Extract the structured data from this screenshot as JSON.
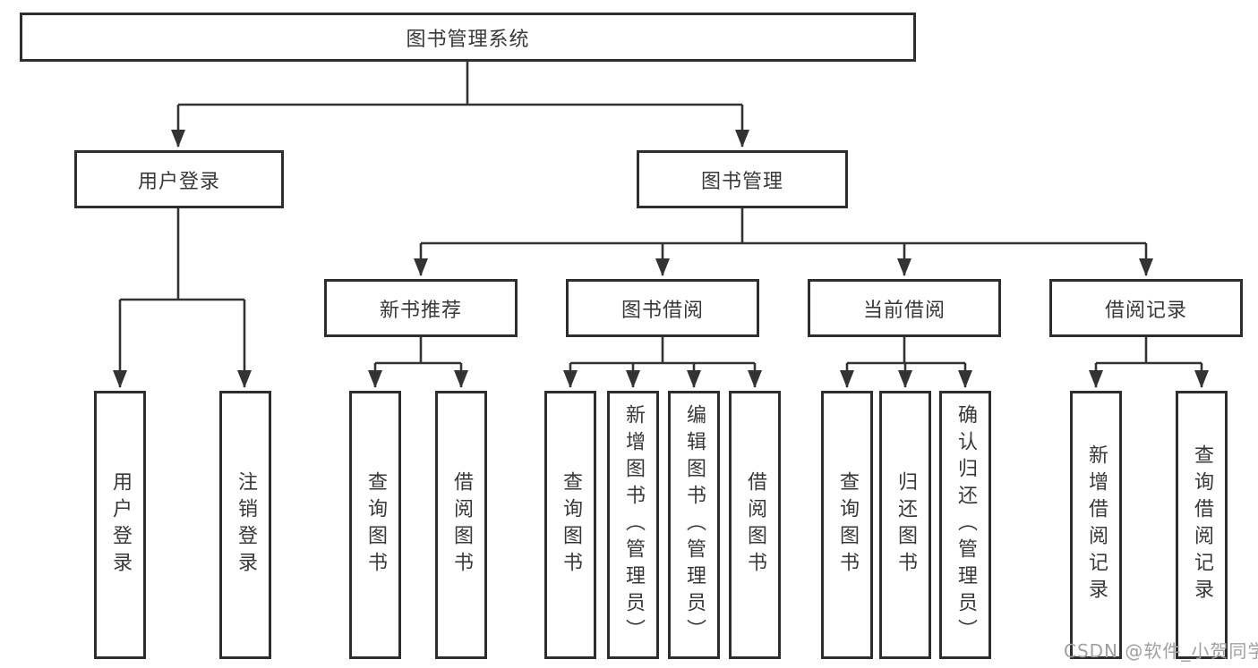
{
  "nodes": {
    "root": "图书管理系统",
    "user_login": "用户登录",
    "book_mgmt": "图书管理",
    "new_book_rec": "新书推荐",
    "book_borrow": "图书借阅",
    "current_borrow": "当前借阅",
    "borrow_records": "借阅记录",
    "leaf_user_login": "用户登录",
    "leaf_logout": "注销登录",
    "leaf_query_books_1": "查询图书",
    "leaf_borrow_books_1": "借阅图书",
    "leaf_query_books_2": "查询图书",
    "leaf_add_books": "新增图书（管理员）",
    "leaf_edit_books": "编辑图书（管理员）",
    "leaf_borrow_books_2": "借阅图书",
    "leaf_query_books_3": "查询图书",
    "leaf_return_books": "归还图书",
    "leaf_confirm_return": "确认归还（管理员）",
    "leaf_add_borrow_record": "新增借阅记录",
    "leaf_query_borrow_record": "查询借阅记录"
  },
  "watermark": "CSDN @软件_小贺同学",
  "colors": {
    "line": "#333333",
    "box_border": "#2e2e2e",
    "text": "#383838",
    "watermark": "#a0a0a0",
    "background": "#ffffff"
  }
}
